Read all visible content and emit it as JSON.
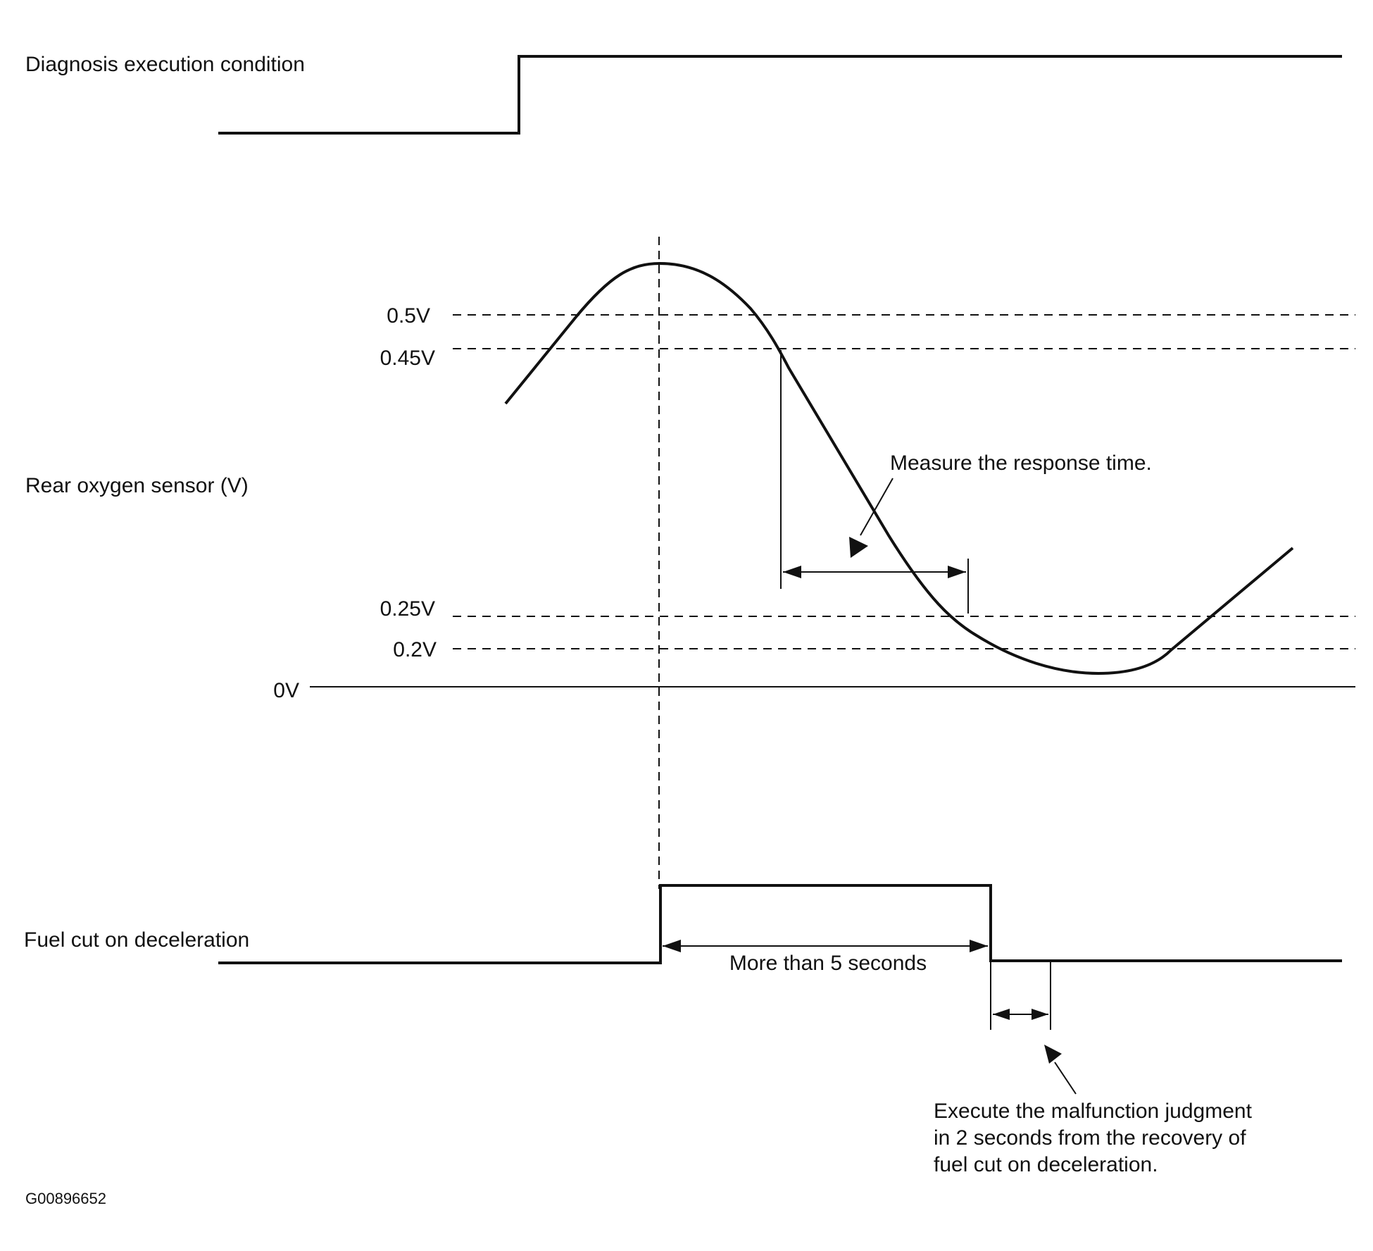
{
  "signals": {
    "diagnosis_label": "Diagnosis execution condition",
    "sensor_label": "Rear oxygen sensor (V)",
    "fuel_cut_label": "Fuel cut on deceleration"
  },
  "voltage_levels": [
    {
      "label": "0.5V",
      "volts": 0.5
    },
    {
      "label": "0.45V",
      "volts": 0.45
    },
    {
      "label": "0.25V",
      "volts": 0.25
    },
    {
      "label": "0.2V",
      "volts": 0.2
    },
    {
      "label": "0V",
      "volts": 0
    }
  ],
  "annotations": {
    "response_time": "Measure the response time.",
    "duration": "More than 5 seconds",
    "judgment_line1": "Execute the malfunction judgment",
    "judgment_line2": "in 2 seconds from the recovery of",
    "judgment_line3": "fuel cut on deceleration."
  },
  "figure_code": "G00896652"
}
